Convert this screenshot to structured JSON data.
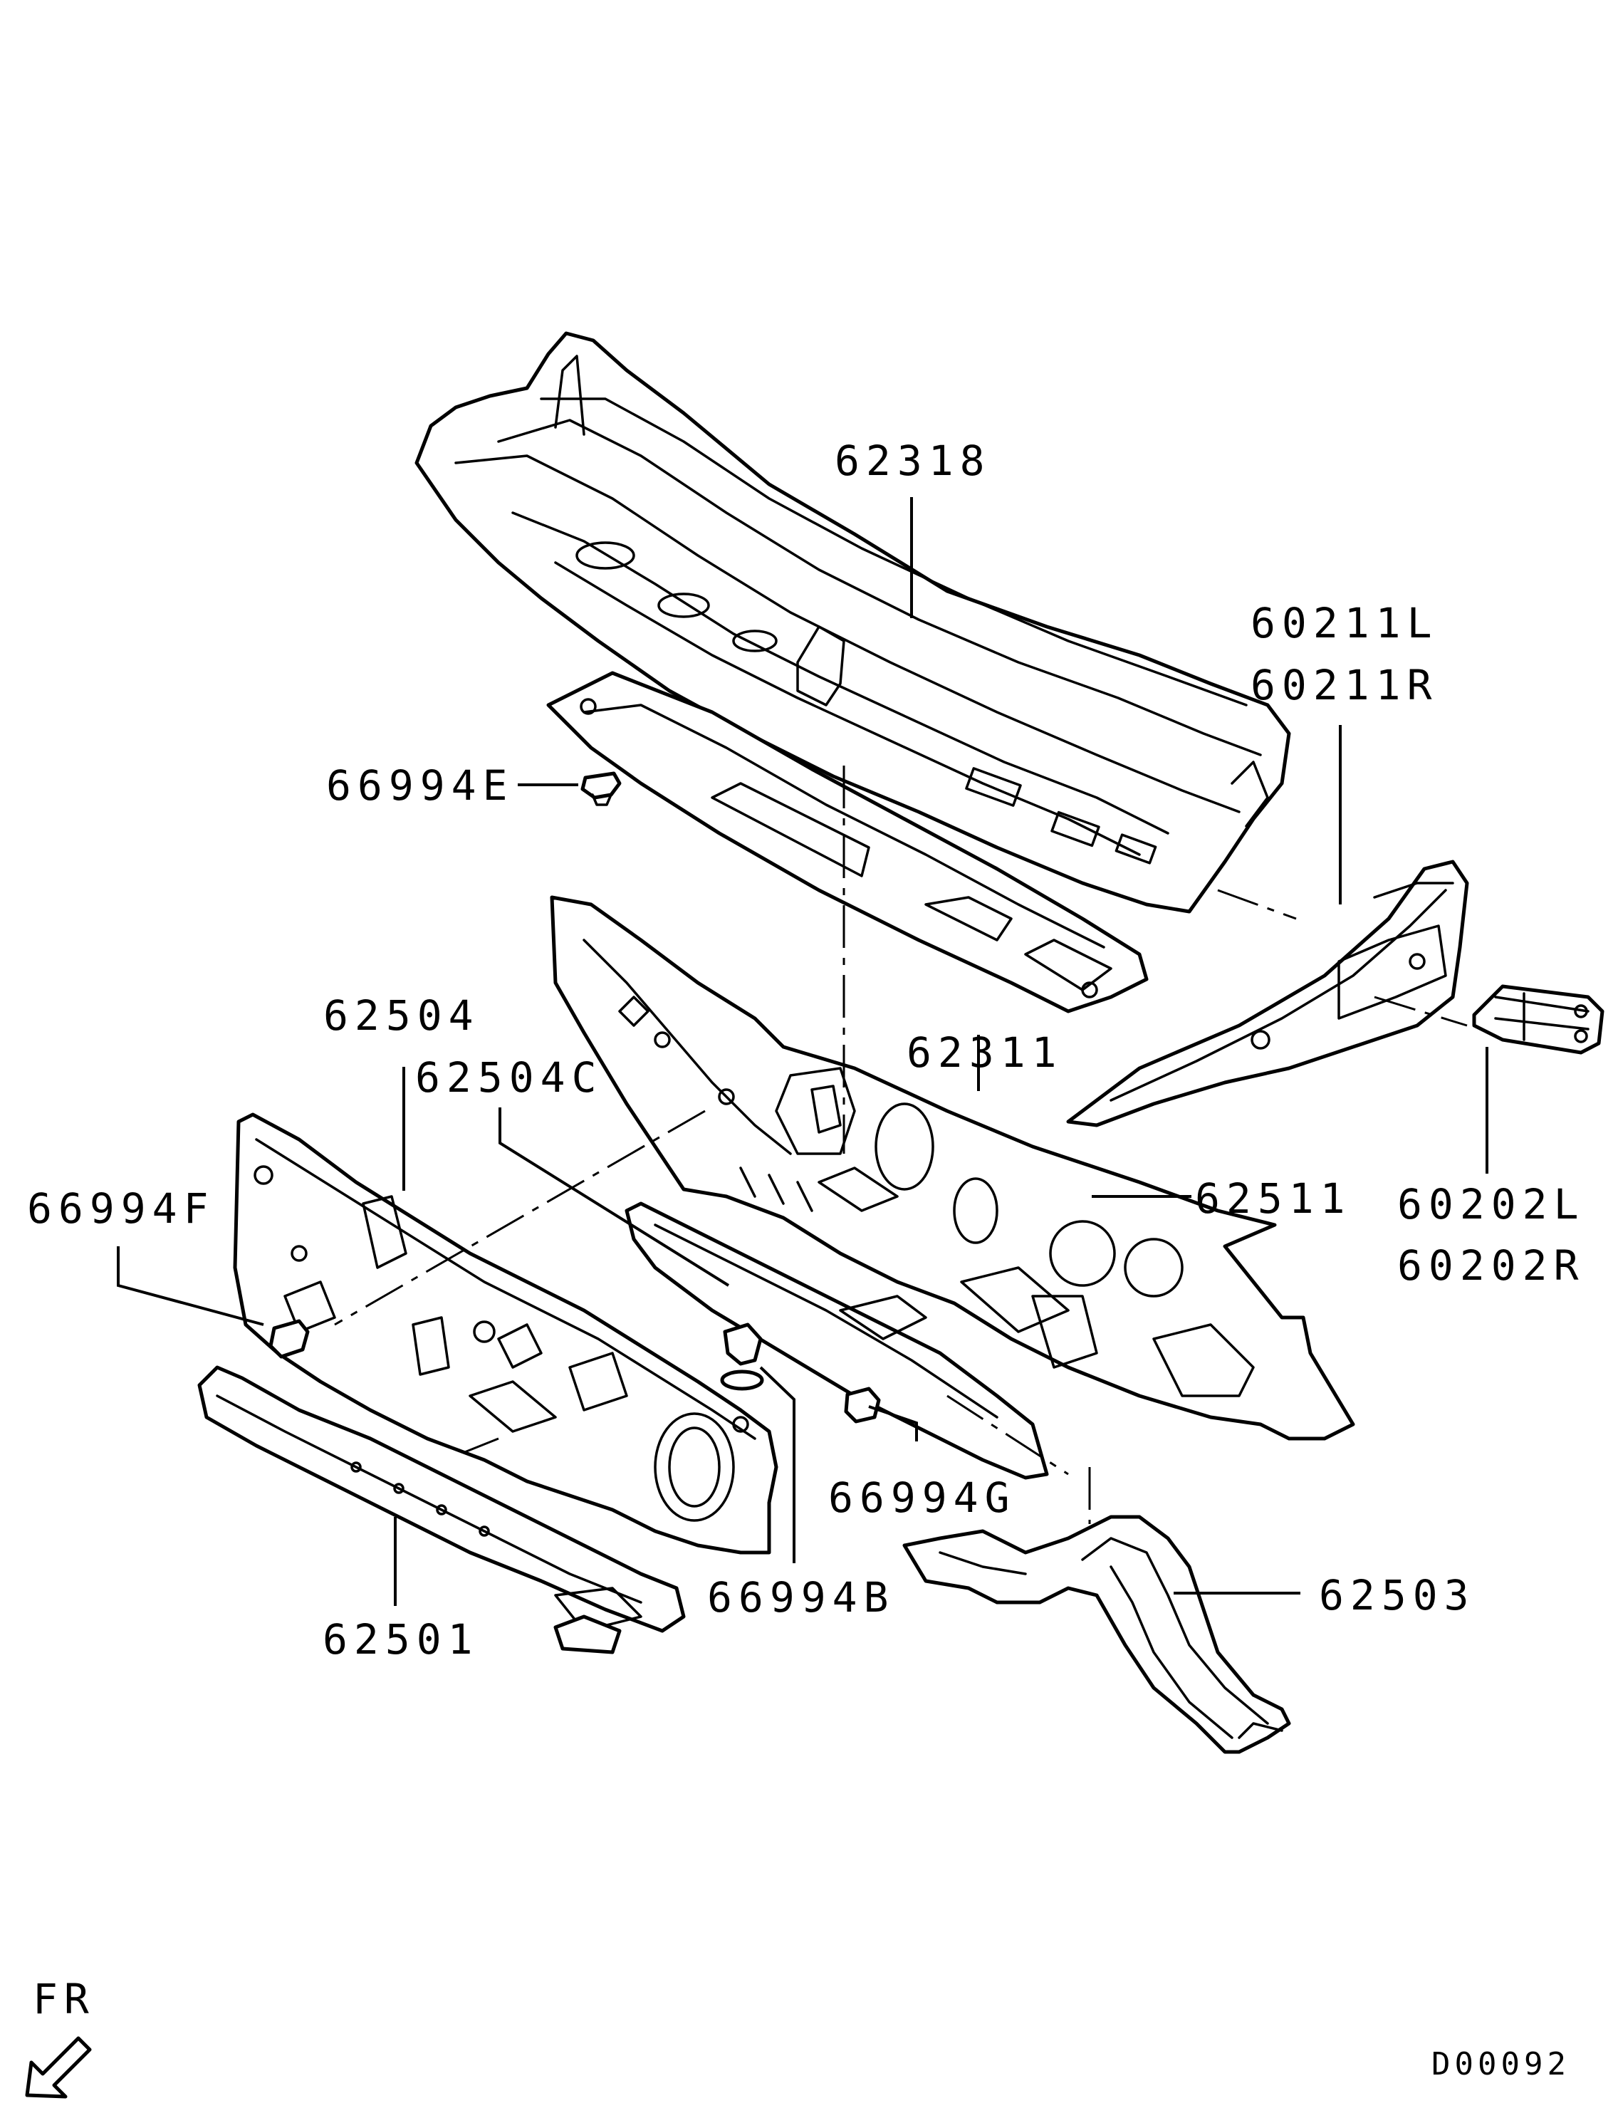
{
  "diagram": {
    "parts": {
      "cowl_top_panel": "62318",
      "cowl_side_member_l": "60211L",
      "cowl_side_member_r": "60211R",
      "clip_e": "66994E",
      "cowl_inner_panel": "62311",
      "dash_panel": "62504",
      "dash_insulator": "62504C",
      "dash_lower_panel": "62511",
      "clip_f": "66994F",
      "bracket_l": "60202L",
      "bracket_r": "60202R",
      "clip_g": "66994G",
      "floor_tunnel_reinforcement": "62503",
      "clip_b": "66994B",
      "dash_cross_member": "62501"
    },
    "direction_label": "FR",
    "diagram_code": "D00092"
  }
}
